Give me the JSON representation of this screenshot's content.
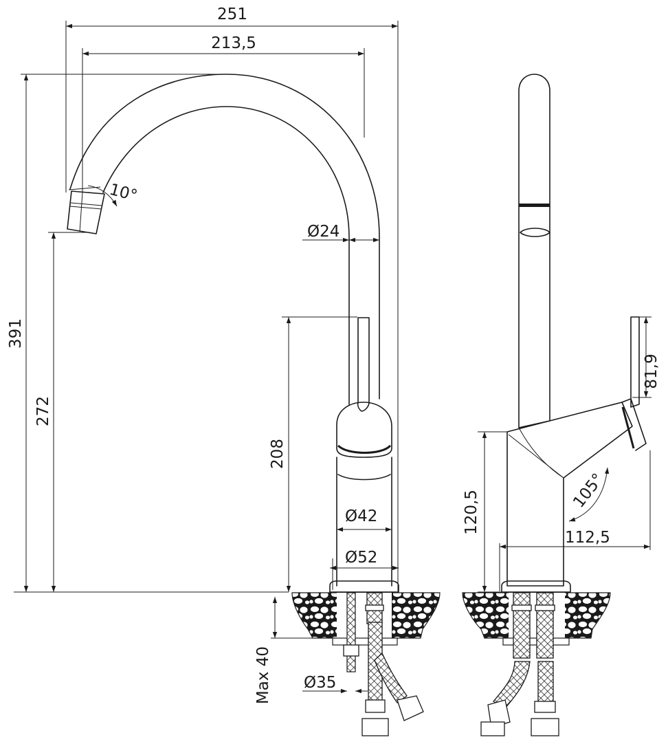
{
  "dimensions": {
    "width_total": "251",
    "spout_reach": "213,5",
    "height_total": "391",
    "outlet_height": "272",
    "lever_height": "208",
    "outlet_angle": "10°",
    "spout_diameter": "Ø24",
    "body_diameter": "Ø42",
    "base_diameter": "Ø52",
    "hole_diameter": "Ø35",
    "max_counter_thickness": "Max 40",
    "lever_length": "81,9",
    "body_side_height": "120,5",
    "lever_side_reach": "112,5",
    "lever_angle": "105°"
  },
  "colors": {
    "line": "#1a1a1a",
    "background": "#ffffff"
  }
}
